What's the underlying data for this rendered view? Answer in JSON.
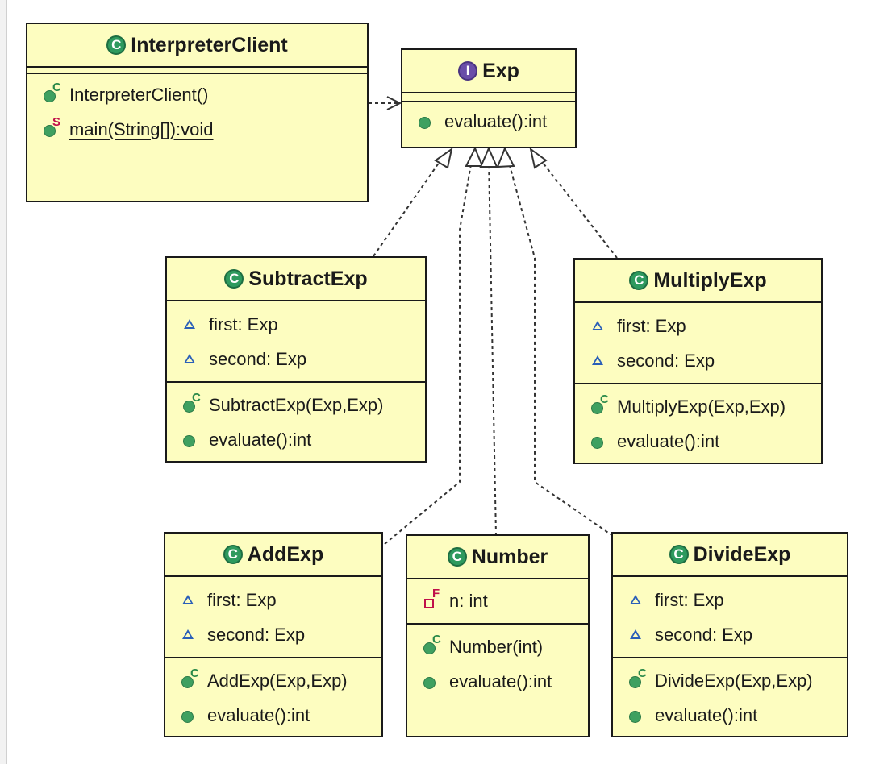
{
  "classes": {
    "interpreter_client": {
      "badge": "C",
      "name": "InterpreterClient",
      "constructor": "InterpreterClient()",
      "main": "main(String[]):void"
    },
    "exp": {
      "badge": "I",
      "name": "Exp",
      "method": "evaluate():int"
    },
    "subtract": {
      "badge": "C",
      "name": "SubtractExp",
      "field_first": "first: Exp",
      "field_second": "second: Exp",
      "constructor": "SubtractExp(Exp,Exp)",
      "method": "evaluate():int"
    },
    "multiply": {
      "badge": "C",
      "name": "MultiplyExp",
      "field_first": "first: Exp",
      "field_second": "second: Exp",
      "constructor": "MultiplyExp(Exp,Exp)",
      "method": "evaluate():int"
    },
    "add": {
      "badge": "C",
      "name": "AddExp",
      "field_first": "first: Exp",
      "field_second": "second: Exp",
      "constructor": "AddExp(Exp,Exp)",
      "method": "evaluate():int"
    },
    "number": {
      "badge": "C",
      "name": "Number",
      "field_n": "n: int",
      "constructor": "Number(int)",
      "method": "evaluate():int"
    },
    "divide": {
      "badge": "C",
      "name": "DivideExp",
      "field_first": "first: Exp",
      "field_second": "second: Exp",
      "constructor": "DivideExp(Exp,Exp)",
      "method": "evaluate():int"
    }
  },
  "modifiers": {
    "constructor": "C",
    "static": "S",
    "final": "F"
  },
  "colors": {
    "box_fill": "#fdfdc0",
    "border": "#1a1a1a",
    "class_badge": "#2e9a5e",
    "interface_badge": "#6a4ea8",
    "public_dot": "#3fa060",
    "package_triangle": "#2a5fb8",
    "private_field": "#c0104a"
  }
}
